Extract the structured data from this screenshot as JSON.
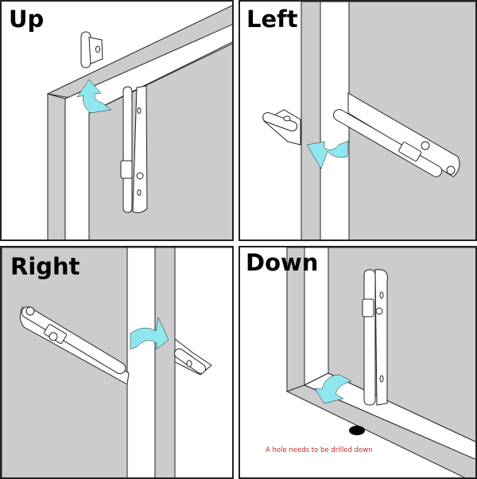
{
  "panels": [
    {
      "id": "up",
      "title": "Up",
      "direction": "up"
    },
    {
      "id": "left",
      "title": "Left",
      "direction": "left"
    },
    {
      "id": "right",
      "title": "Right",
      "direction": "right"
    },
    {
      "id": "down",
      "title": "Down",
      "direction": "down",
      "note": "A hole needs to be drilled down"
    }
  ],
  "colors": {
    "door_gray": "#cccccc",
    "arrow_cyan": "#8fe6ee",
    "outline": "#222222",
    "note_red": "#c0262b"
  }
}
